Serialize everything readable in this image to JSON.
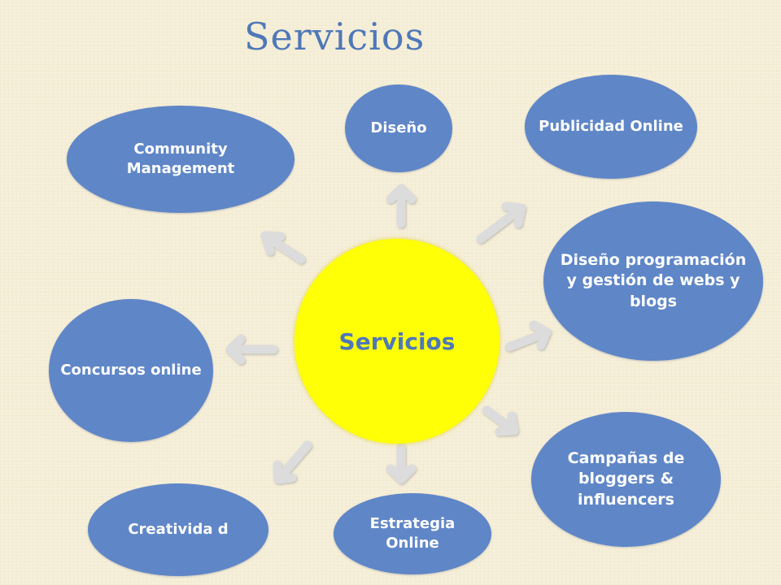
{
  "title": "Servicios",
  "center_label": "Servicios",
  "nodes": {
    "diseno": "Diseño",
    "publicidad": "Publicidad Online",
    "community": "Community Management",
    "webs": "Diseño programación y gestión de webs y blogs",
    "concursos": "Concursos online",
    "campanas": "Campañas de bloggers & influencers",
    "creatividad": "Creativida d",
    "estrategia": "Estrategia Online"
  },
  "colors": {
    "background": "#f6efd9",
    "title": "#4f78b8",
    "node_fill": "#5f86c7",
    "node_text": "#ffffff",
    "center_fill": "#ffff05",
    "center_text": "#4f78b8",
    "arrow": "#dcdcdc"
  }
}
